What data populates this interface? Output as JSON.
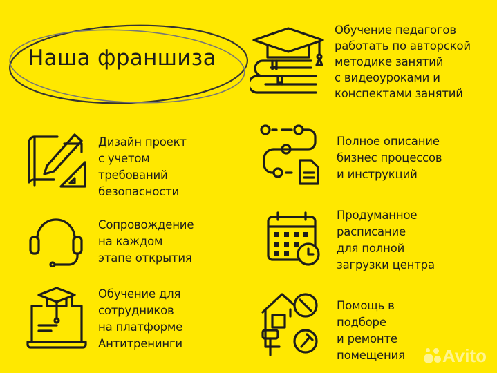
{
  "title": "Наша франшиза",
  "features": [
    {
      "icon": "graduation-books-icon",
      "lines": [
        "Обучение педагогов",
        "работать по авторской",
        "методике занятий",
        "с видеоуроками и",
        "конспектами занятий"
      ]
    },
    {
      "icon": "design-blueprint-icon",
      "lines": [
        "Дизайн проект",
        "с учетом",
        "требований",
        "безопасности"
      ]
    },
    {
      "icon": "process-flow-icon",
      "lines": [
        "Полное описание",
        "бизнес процессов",
        "и инструкций"
      ]
    },
    {
      "icon": "headset-icon",
      "lines": [
        "Сопровождение",
        "на каждом",
        "этапе открытия"
      ]
    },
    {
      "icon": "calendar-clock-icon",
      "lines": [
        "Продуманное",
        "расписание",
        "для полной",
        "загрузки центра"
      ]
    },
    {
      "icon": "laptop-graduation-icon",
      "lines": [
        "Обучение для",
        "сотрудников",
        "на платформе",
        "Антитренинги"
      ]
    },
    {
      "icon": "house-repair-icon",
      "lines": [
        "Помощь в",
        "подборе",
        "и ремонте",
        "помещения"
      ]
    }
  ],
  "watermark": "Avito",
  "colors": {
    "background": "#FFE800",
    "text": "#1d1d1b"
  }
}
